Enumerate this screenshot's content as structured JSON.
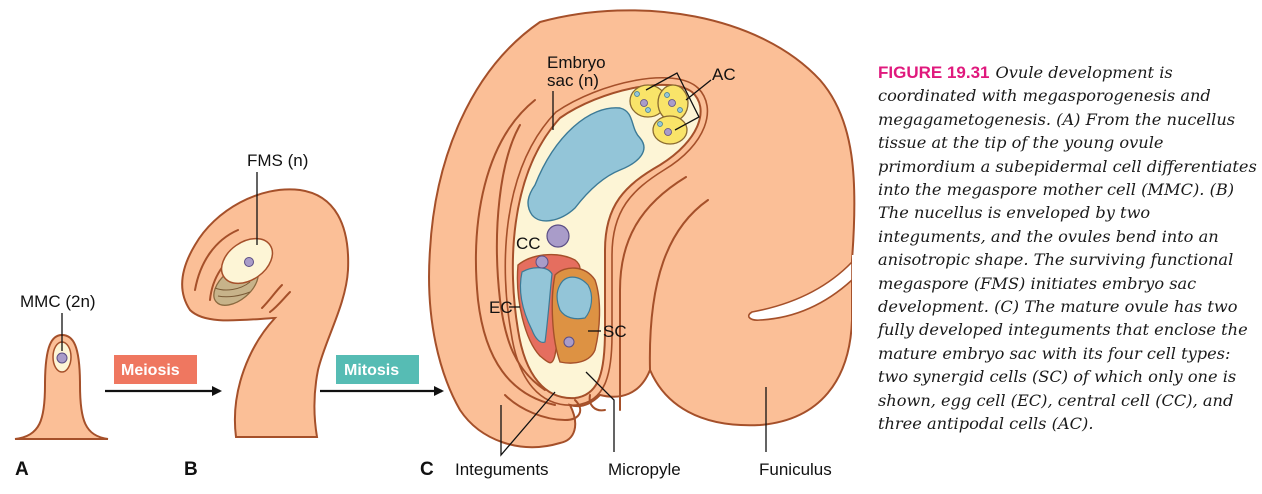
{
  "panels": {
    "a": {
      "letter": "A",
      "label": "MMC (2n)"
    },
    "b": {
      "letter": "B",
      "label": "FMS (n)"
    },
    "c": {
      "letter": "C",
      "labels": {
        "embryo_sac_line1": "Embryo",
        "embryo_sac_line2": "sac (n)",
        "ac": "AC",
        "cc": "CC",
        "ec": "EC",
        "sc": "SC",
        "integuments": "Integuments",
        "micropyle": "Micropyle",
        "funiculus": "Funiculus"
      }
    }
  },
  "processes": [
    {
      "label": "Meiosis",
      "color": "#ef7760"
    },
    {
      "label": "Mitosis",
      "color": "#56bcb4"
    }
  ],
  "colors": {
    "tissue": "#fbbf97",
    "outline": "#a5502a",
    "embryo_sac": "#fdf5d6",
    "vacuole": "#93c5d8",
    "nucleus": "#a99cc9",
    "antipodal": "#f9e469",
    "egg_cell": "#e56e5f",
    "synergid": "#dd9243",
    "degenerated_megaspores": "#c7b38a",
    "figure_number": "#e0197d"
  },
  "caption": {
    "figure_number": "FIGURE 19.31",
    "text": "Ovule development is coordinated with megasporogenesis and megagametogenesis. (A) From the nucellus tissue at the tip of the young ovule primordium a subepidermal cell differentiates into the megaspore mother cell (MMC). (B) The nucellus is enveloped by two integuments, and the ovules bend into an anisotropic shape. The surviving functional megaspore (FMS) initiates embryo sac development. (C) The mature ovule has two fully developed integuments that enclose the mature embryo sac with its four cell types: two synergid cells (SC) of which only one is shown, egg cell (EC), central cell (CC), and three antipodal cells (AC)."
  }
}
